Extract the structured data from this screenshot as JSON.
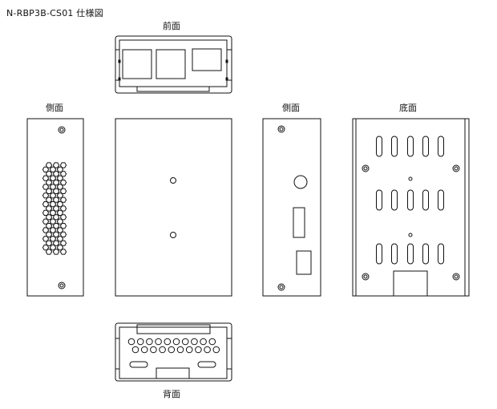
{
  "title": "N-RBP3B-CS01 仕様図",
  "views": {
    "front": "前面",
    "left_side": "側面",
    "right_side": "側面",
    "bottom": "底面",
    "back": "背面"
  }
}
